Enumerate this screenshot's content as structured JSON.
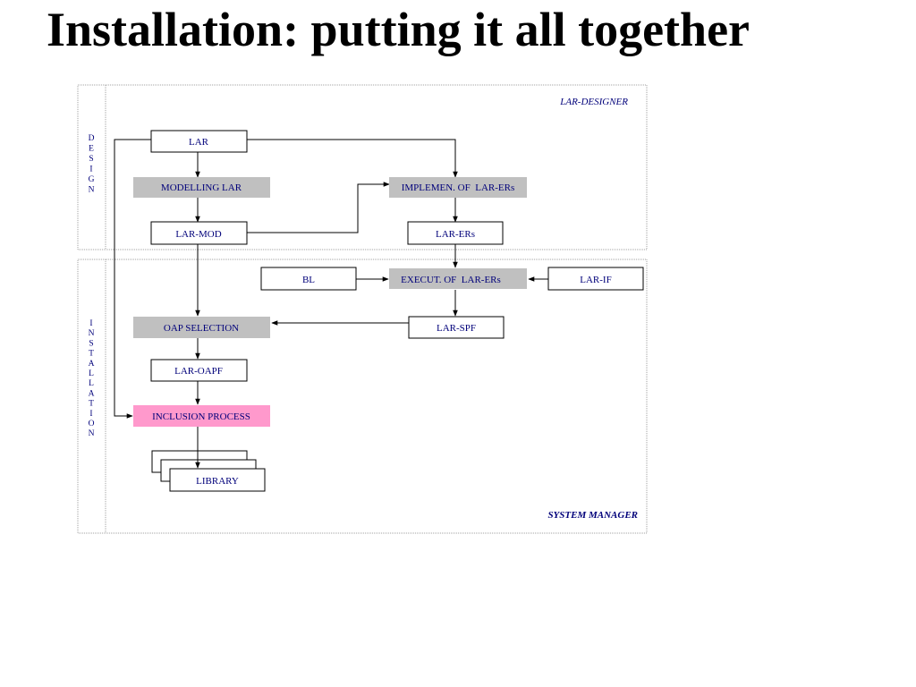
{
  "title": "Installation: putting it all together",
  "colors": {
    "text": "#00007a",
    "process_fill": "#c0c0c0",
    "highlight_fill": "#ff99cc",
    "box_border": "#000000",
    "panel_border": "#a0a0a0"
  },
  "panels": {
    "design": {
      "side_label": "DESIGN",
      "role": "LAR-DESIGNER"
    },
    "installation": {
      "side_label": "INSTALLATION",
      "role": "SYSTEM MANAGER"
    }
  },
  "nodes": {
    "lar": "LAR",
    "modelling_lar": "MODELLING LAR",
    "lar_mod": "LAR-MOD",
    "implemen_lar_ers": "IMPLEMEN. OF  LAR-ERs",
    "lar_ers": "LAR-ERs",
    "bl": "BL",
    "execut_lar_ers": "EXECUT. OF  LAR-ERs",
    "lar_if": "LAR-IF",
    "oap_selection": "OAP SELECTION",
    "lar_spf": "LAR-SPF",
    "lar_oapf": "LAR-OAPF",
    "inclusion_process": "INCLUSION PROCESS",
    "library": "LIBRARY"
  }
}
